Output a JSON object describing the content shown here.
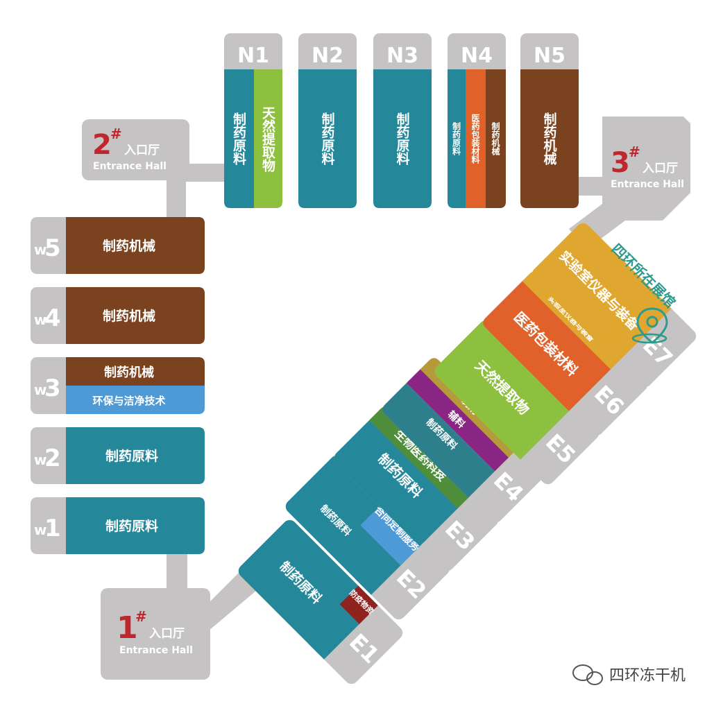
{
  "colors": {
    "gray": "#c5c3c3",
    "teal": "#24889a",
    "brown": "#7a421e",
    "green": "#8dc03f",
    "orange": "#e0622a",
    "gold": "#dfa72f",
    "blue": "#4e9ad6",
    "dark_green": "#4f8f3c",
    "purple": "#8a2583",
    "olive": "#b69a3a",
    "dark_red": "#8f2320",
    "red_text": "#c0262d",
    "marker": "#2c9a8c"
  },
  "halls_north": [
    {
      "code": "N1",
      "sections": [
        "制药原料",
        "天然提取物"
      ]
    },
    {
      "code": "N2",
      "sections": [
        "制药原料"
      ]
    },
    {
      "code": "N3",
      "sections": [
        "制药原料"
      ]
    },
    {
      "code": "N4",
      "sections": [
        "制药原料",
        "医药包装材料",
        "制药机械"
      ]
    },
    {
      "code": "N5",
      "sections": [
        "制药机械"
      ]
    }
  ],
  "halls_west": [
    {
      "code_prefix": "w",
      "code_num": "5",
      "sections": [
        "制药机械"
      ]
    },
    {
      "code_prefix": "w",
      "code_num": "4",
      "sections": [
        "制药机械"
      ]
    },
    {
      "code_prefix": "w",
      "code_num": "3",
      "sections": [
        "制药机械",
        "环保与洁净技术"
      ]
    },
    {
      "code_prefix": "w",
      "code_num": "2",
      "sections": [
        "制药原料"
      ]
    },
    {
      "code_prefix": "w",
      "code_num": "1",
      "sections": [
        "制药原料"
      ]
    }
  ],
  "halls_east": [
    {
      "code": "E1",
      "main": "制药原料",
      "badge": "防疫物资"
    },
    {
      "code": "E2",
      "main": "制药原料",
      "sub": "合同定制服务"
    },
    {
      "code": "E3",
      "main": "制药原料",
      "sub": "生物医药科技"
    },
    {
      "code": "E4",
      "sections": [
        "制剂",
        "辅料",
        "制药原料"
      ]
    },
    {
      "code": "E5",
      "main": "天然提取物"
    },
    {
      "code": "E6",
      "main": "医药包装材料",
      "sub": "实验室仪器与装备"
    },
    {
      "code": "E7",
      "main": "实验室仪器与装备"
    }
  ],
  "entrances": [
    {
      "num": "1",
      "mark": "#",
      "label": "入口厅",
      "en": "Entrance Hall"
    },
    {
      "num": "2",
      "mark": "#",
      "label": "入口厅",
      "en": "Entrance Hall"
    },
    {
      "num": "3",
      "mark": "#",
      "label": "入口厅",
      "en": "Entrance Hall"
    }
  ],
  "marker_label": "四环所在展馆",
  "watermark": "四环冻干机"
}
